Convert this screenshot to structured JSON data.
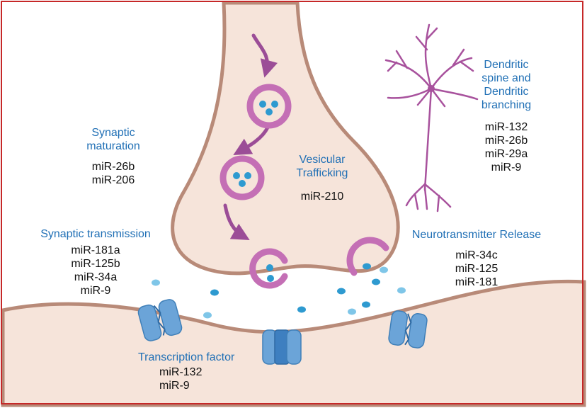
{
  "colors": {
    "border": "#c62828",
    "heading": "#1f6fb5",
    "text": "#111111",
    "cell": "#f6e4da",
    "membrane": "#b88a78",
    "vesicle": "#c46fb5",
    "arrow": "#9b4d97",
    "molecule": "#2e9ad0",
    "receptor": "#6ba4d8",
    "neuron": "#a8529d"
  },
  "labels": {
    "synaptic_maturation": {
      "heading": [
        "Synaptic",
        "maturation"
      ],
      "mirnas": [
        "miR-26b",
        "miR-206"
      ]
    },
    "vesicular_trafficking": {
      "heading": [
        "Vesicular",
        "Trafficking"
      ],
      "mirnas": [
        "miR-210"
      ]
    },
    "dendritic": {
      "heading": [
        "Dendritic",
        "spine and",
        "Dendritic",
        "branching"
      ],
      "mirnas": [
        "miR-132",
        "miR-26b",
        "miR-29a",
        "miR-9"
      ]
    },
    "synaptic_transmission": {
      "heading": [
        "Synaptic transmission"
      ],
      "mirnas": [
        "miR-181a",
        "miR-125b",
        "miR-34a",
        "miR-9"
      ]
    },
    "neurotransmitter_release": {
      "heading": [
        "Neurotransmitter Release"
      ],
      "mirnas": [
        "miR-34c",
        "miR-125",
        "miR-181"
      ]
    },
    "transcription_factor": {
      "heading": [
        "Transcription factor"
      ],
      "mirnas": [
        "miR-132",
        "miR-9"
      ]
    }
  }
}
